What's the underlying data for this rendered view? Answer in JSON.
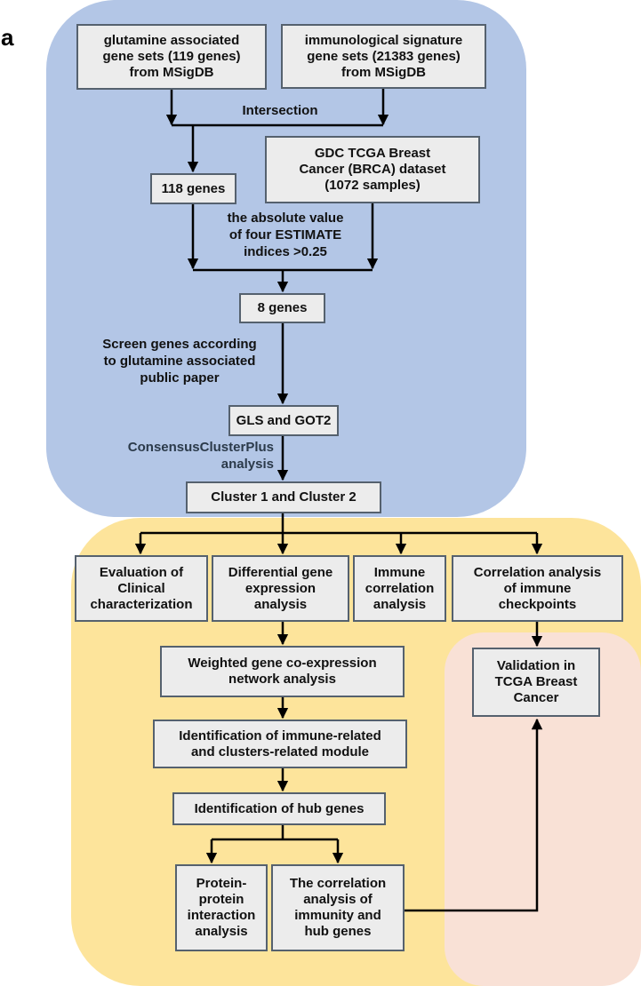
{
  "panel_label": "a",
  "colors": {
    "blue_region": "#b3c6e6",
    "yellow_region": "#fde49b",
    "pink_region": "#f9e1d6",
    "box_fill": "#ececec",
    "box_border": "#55616e",
    "arrow": "#000000"
  },
  "nodes": {
    "glutamine_sets": "glutamine associated\ngene sets (119 genes)\nfrom MSigDB",
    "immuno_sets": "immunological signature\ngene sets (21383 genes)\nfrom MSigDB",
    "tcga_dataset": "GDC TCGA Breast\nCancer (BRCA) dataset\n(1072  samples)",
    "genes_118": "118 genes",
    "genes_8": "8 genes",
    "gls_got2": "GLS and GOT2",
    "clusters": "Cluster 1 and Cluster 2",
    "clinical": "Evaluation of\nClinical\ncharacterization",
    "deg": "Differential gene\nexpression\nanalysis",
    "immune_corr": "Immune\ncorrelation\nanalysis",
    "checkpoints": "Correlation analysis\nof immune\ncheckpoints",
    "wgcna": "Weighted gene co-expression\nnetwork analysis",
    "module": "Identification of immune-related\nand clusters-related module",
    "hub": "Identification of hub genes",
    "ppi": "Protein-\nprotein\ninteraction\nanalysis",
    "corr_hub": "The correlation\nanalysis of\nimmunity and\nhub genes",
    "validation": "Validation in\nTCGA Breast\nCancer"
  },
  "labels": {
    "intersection": "Intersection",
    "estimate": "the absolute value\nof four ESTIMATE\nindices >0.25",
    "screen": "Screen genes according\nto glutamine associated\npublic paper",
    "consensus": "ConsensusClusterPlus\nanalysis"
  }
}
